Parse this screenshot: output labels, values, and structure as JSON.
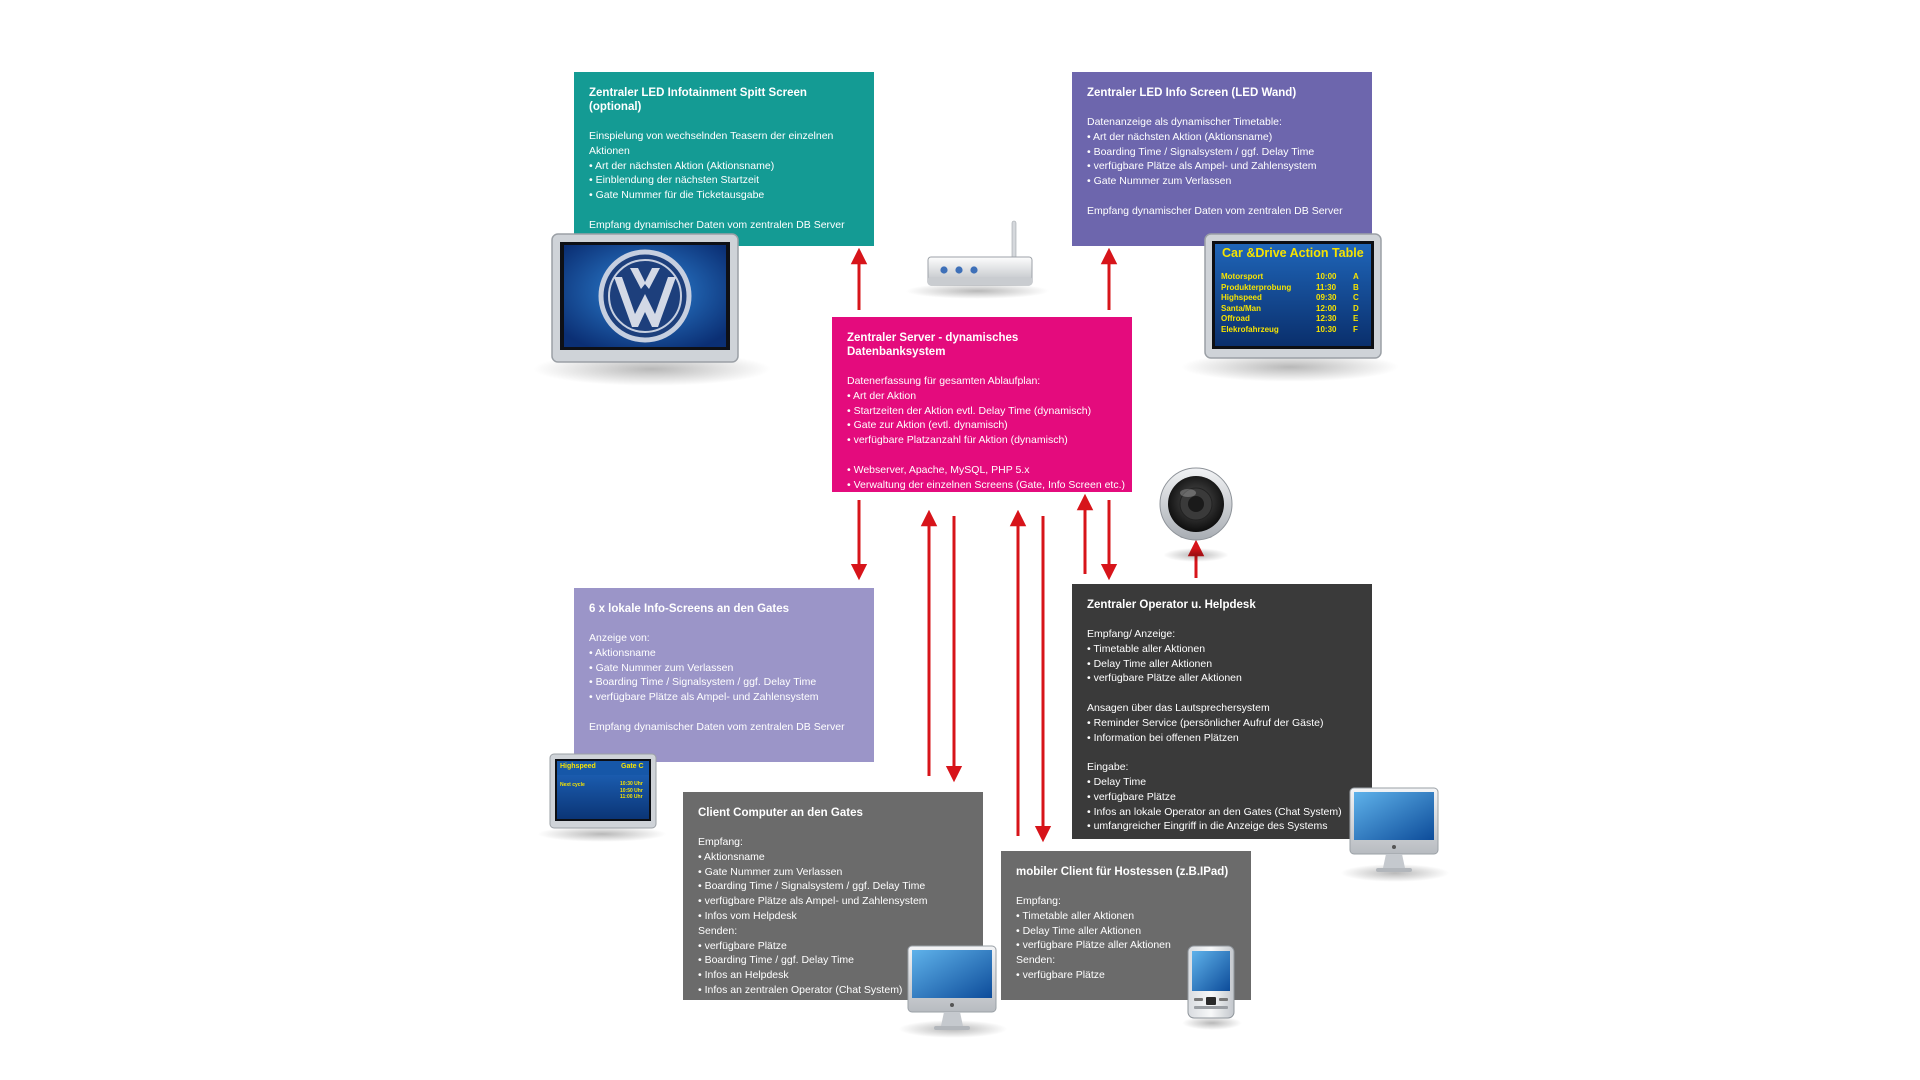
{
  "colors": {
    "teal": "#149b94",
    "purple": "#6d66ad",
    "magenta": "#e40b7d",
    "lavender": "#9b95c8",
    "dark": "#3a3a3a",
    "gray": "#6b6b6b",
    "arrow": "#d7141a",
    "led_text": "#f6e300"
  },
  "boxes": {
    "led_split": {
      "title": "Zentraler LED Infotainment Spitt Screen (optional)",
      "lines": [
        "Einspielung von wechselnden Teasern der einzelnen",
        "Aktionen",
        "• Art der nächsten Aktion (Aktionsname)",
        "• Einblendung der nächsten Startzeit",
        "• Gate Nummer für die Ticketausgabe",
        "",
        "Empfang dynamischer Daten vom zentralen DB Server"
      ]
    },
    "led_wall": {
      "title": "Zentraler LED Info Screen (LED Wand)",
      "lines": [
        "Datenanzeige als dynamischer Timetable:",
        "• Art der nächsten Aktion (Aktionsname)",
        "• Boarding Time / Signalsystem / ggf. Delay Time",
        "• verfügbare Plätze als Ampel- und Zahlensystem",
        "• Gate Nummer zum Verlassen",
        "",
        "Empfang dynamischer Daten vom zentralen DB Server"
      ]
    },
    "server": {
      "title": "Zentraler Server - dynamisches Datenbanksystem",
      "lines": [
        "Datenerfassung für gesamten Ablaufplan:",
        "• Art der Aktion",
        "• Startzeiten der Aktion evtl. Delay Time (dynamisch)",
        "• Gate zur Aktion (evtl. dynamisch)",
        "• verfügbare Platzanzahl für Aktion (dynamisch)",
        "",
        "•  Webserver, Apache, MySQL, PHP 5.x",
        "•  Verwaltung der einzelnen Screens (Gate, Info Screen etc.)"
      ]
    },
    "local_screens": {
      "title": "6 x lokale Info-Screens an den Gates",
      "lines": [
        "Anzeige von:",
        "• Aktionsname",
        "• Gate Nummer zum Verlassen",
        "• Boarding Time / Signalsystem / ggf. Delay Time",
        "• verfügbare Plätze als Ampel- und Zahlensystem",
        "",
        "Empfang dynamischer Daten vom zentralen DB Server"
      ]
    },
    "operator": {
      "title": "Zentraler Operator u. Helpdesk",
      "lines": [
        "Empfang/ Anzeige:",
        "• Timetable aller Aktionen",
        "• Delay Time aller Aktionen",
        "• verfügbare Plätze aller Aktionen",
        "",
        "Ansagen über das Lautsprechersystem",
        "• Reminder Service (persönlicher Aufruf der Gäste)",
        "• Information bei offenen Plätzen",
        "",
        "Eingabe:",
        "• Delay Time",
        "• verfügbare Plätze",
        "• Infos an lokale Operator an den Gates (Chat System)",
        "• umfangreicher Eingriff in die Anzeige des Systems"
      ]
    },
    "client_gates": {
      "title": "Client Computer an den Gates",
      "lines": [
        "Empfang:",
        "• Aktionsname",
        "• Gate Nummer zum Verlassen",
        "• Boarding Time / Signalsystem / ggf. Delay Time",
        "• verfügbare Plätze als Ampel- und Zahlensystem",
        "• Infos vom Helpdesk",
        "Senden:",
        "• verfügbare Plätze",
        "• Boarding Time / ggf. Delay Time",
        "• Infos an Helpdesk",
        "• Infos an zentralen Operator  (Chat System)"
      ]
    },
    "mobile": {
      "title": "mobiler Client für Hostessen (z.B.IPad)",
      "lines": [
        "Empfang:",
        "• Timetable aller Aktionen",
        "• Delay Time aller Aktionen",
        "• verfügbare Plätze aller Aktionen",
        "Senden:",
        "• verfügbare Plätze"
      ]
    }
  },
  "action_table": {
    "title": "Car &Drive Action Table",
    "rows": [
      [
        "Motorsport",
        "10:00",
        "A"
      ],
      [
        "Produkterprobung",
        "11:30",
        "B"
      ],
      [
        "Highspeed",
        "09:30",
        "C"
      ],
      [
        "Santa/Man",
        "12:00",
        "D"
      ],
      [
        "Offroad",
        "12:30",
        "E"
      ],
      [
        "Elekrofahrzeug",
        "10:30",
        "F"
      ]
    ]
  },
  "gate_screen": {
    "title": "Highspeed",
    "gate": "Gate C",
    "row_label": "Next cycle",
    "times": [
      "10:30 Uhr",
      "10:50 Uhr",
      "11:00 Uhr"
    ]
  }
}
